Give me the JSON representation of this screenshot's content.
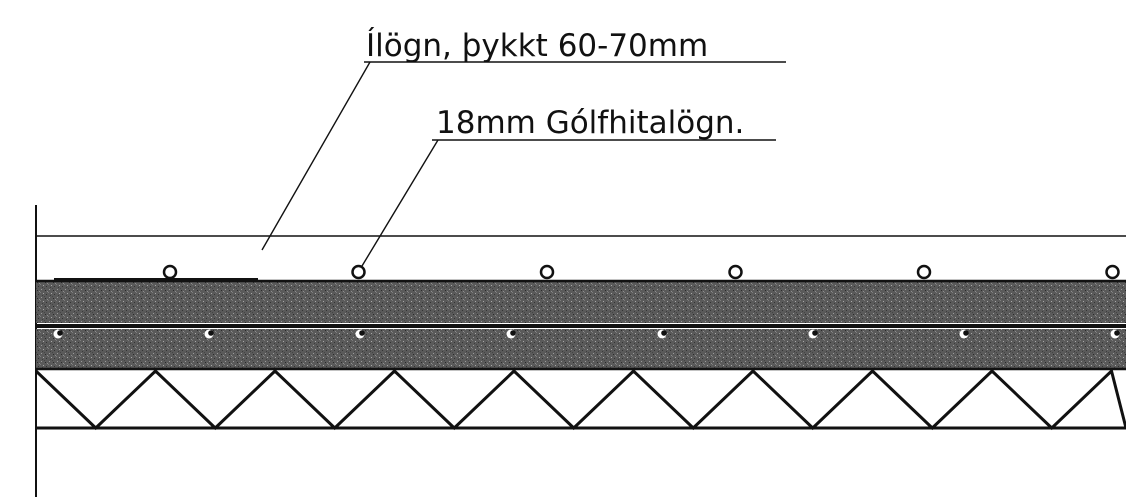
{
  "labels": {
    "screed": "Ílögn, þykkt 60-70mm",
    "heating_pipe": "18mm Gólfhitalögn."
  },
  "colors": {
    "ink": "#111111",
    "concrete": "#555555",
    "background": "#ffffff"
  },
  "counts": {
    "heating_pipes": 6,
    "rebar_dots": 8,
    "insulation_zigzags": 9
  }
}
